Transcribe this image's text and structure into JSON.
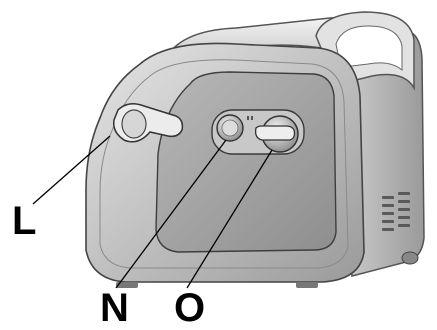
{
  "callouts": {
    "l": "L",
    "n": "N",
    "o": "O"
  },
  "colors": {
    "body_outer": "#b9b9b9",
    "body_highlight": "#dcdcdc",
    "panel": "#9c9c9c",
    "line": "#000000",
    "label": "#000000"
  },
  "icons": [
    "lever-handle-icon",
    "round-button-icon",
    "rotary-knob-icon",
    "vent-grille-icon"
  ]
}
